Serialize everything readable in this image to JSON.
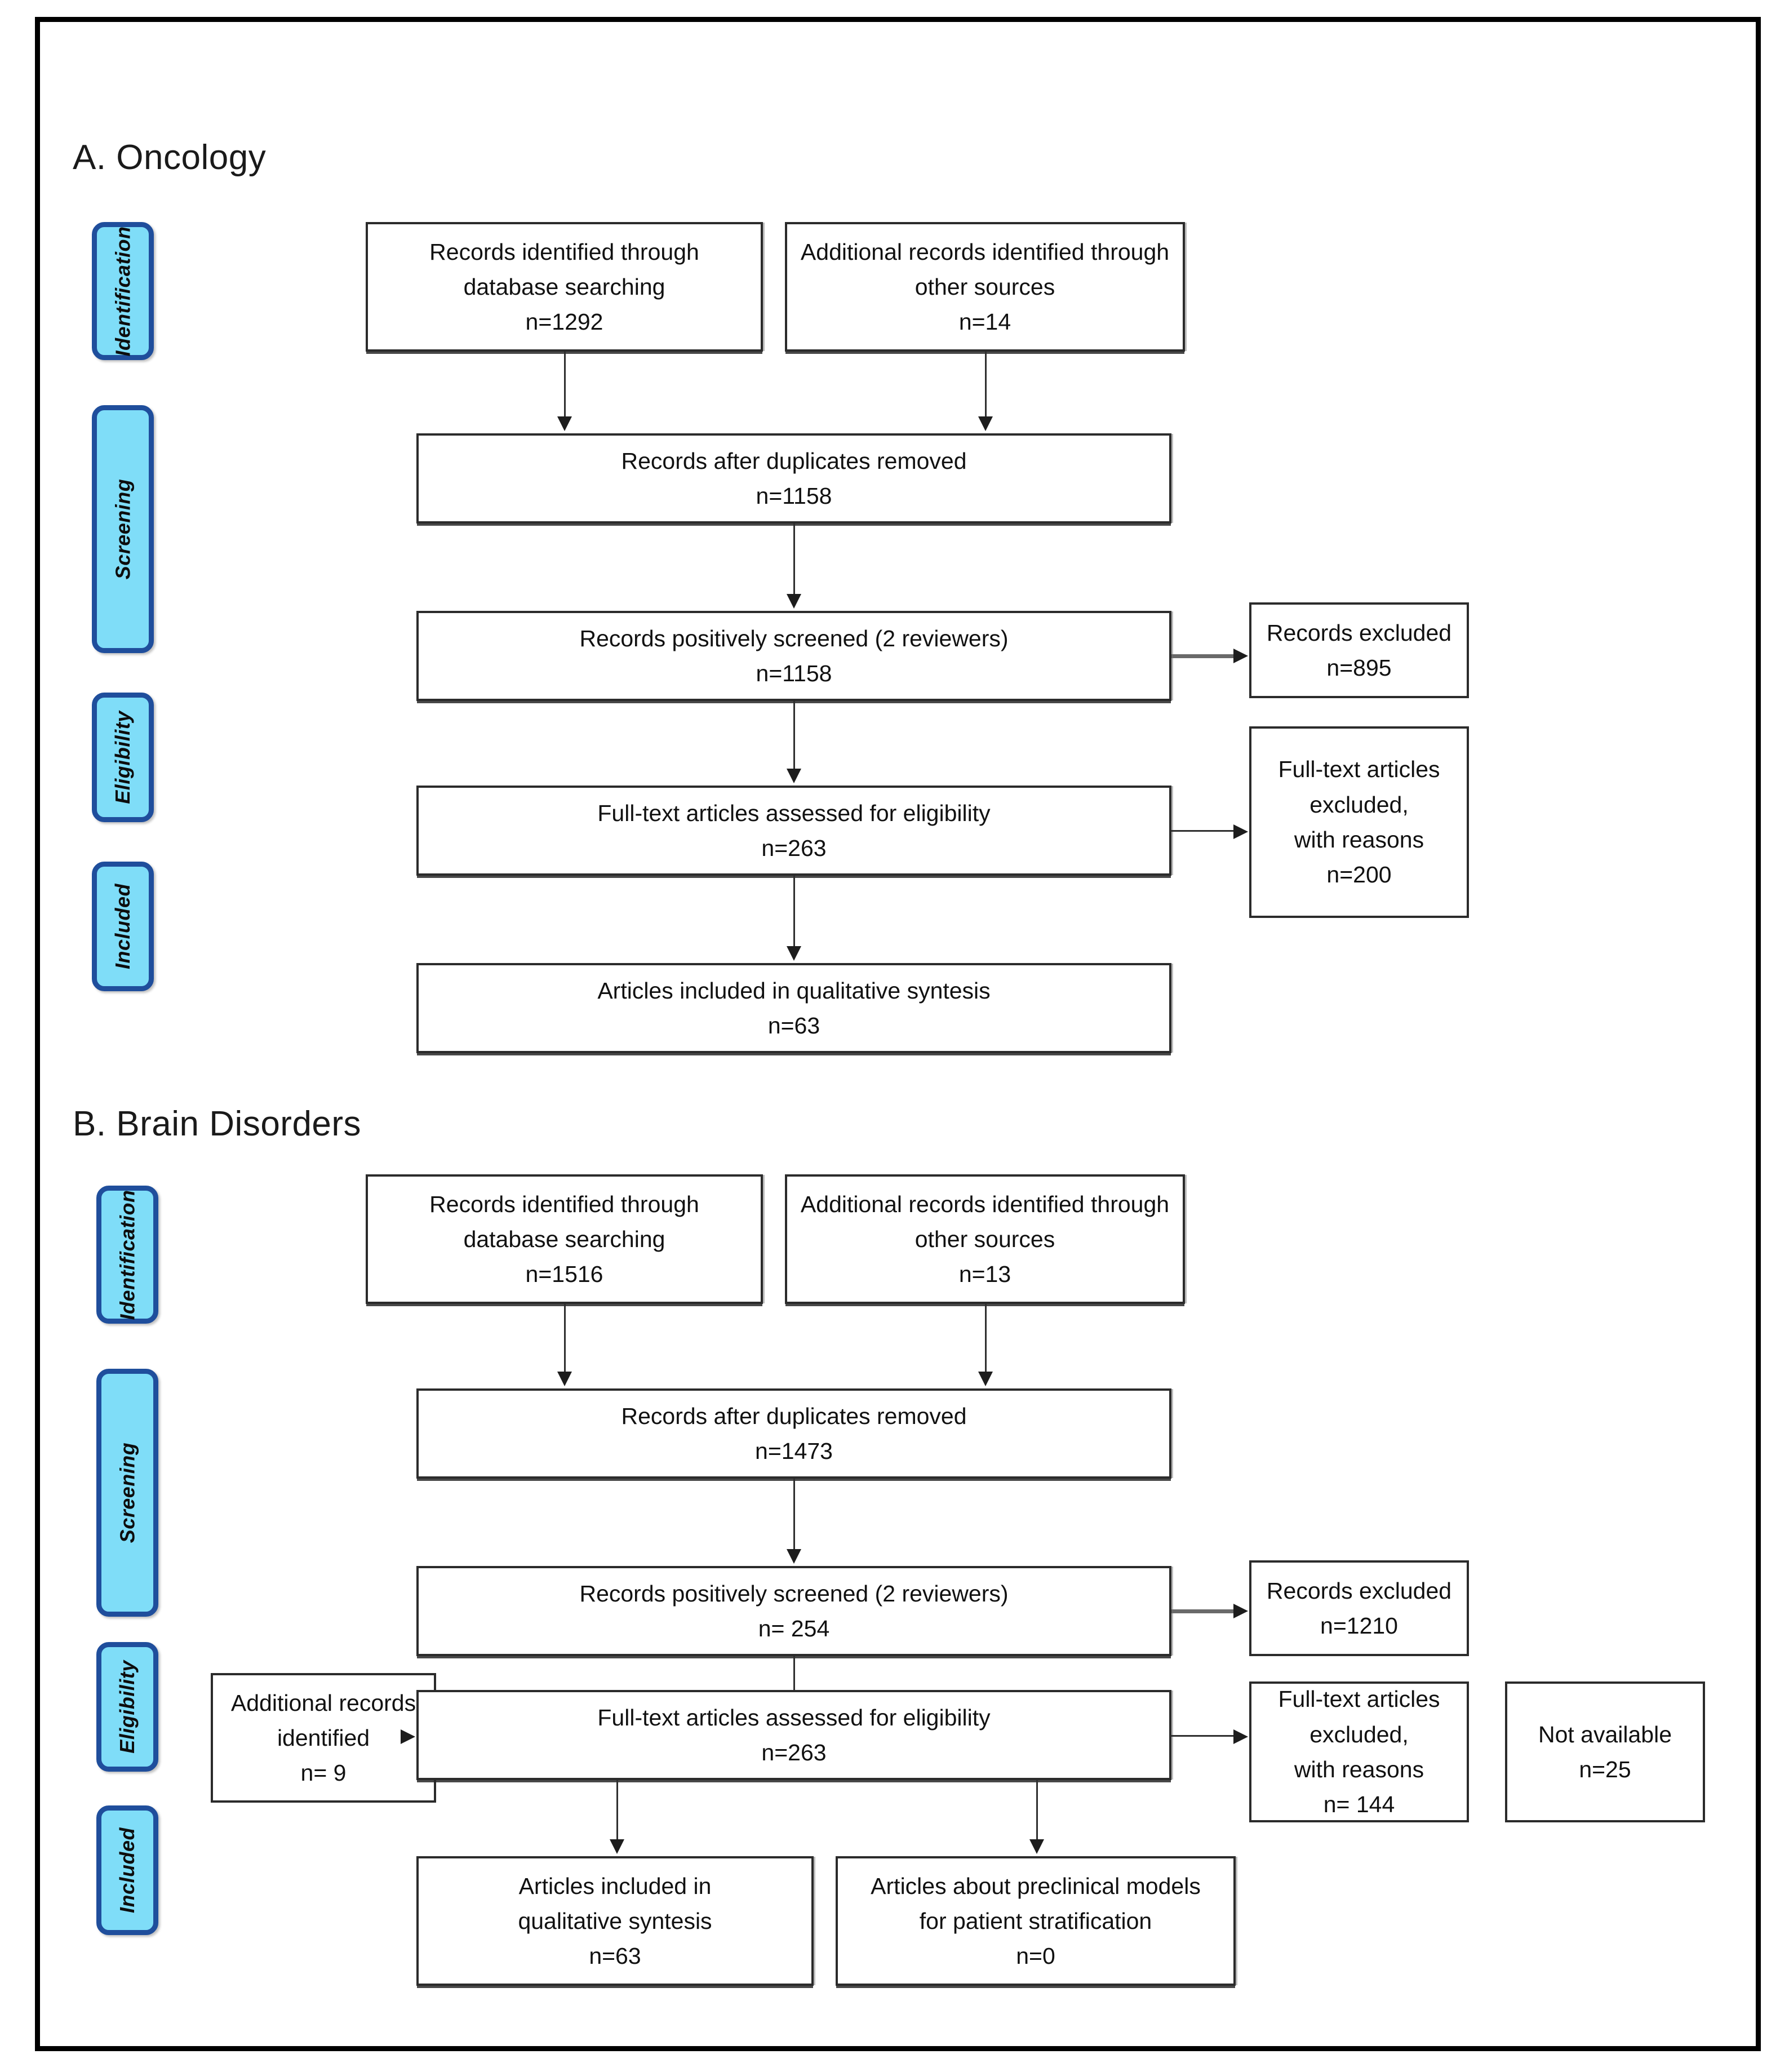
{
  "figure": {
    "type": "prisma-flow-diagram",
    "panels": [
      {
        "id": "oncology",
        "heading": "A. Oncology",
        "phases": [
          "Identification",
          "Screening",
          "Eligibility",
          "Included"
        ],
        "nodes": {
          "db_search": {
            "line1": "Records identified through",
            "line2": "database searching",
            "n": "n=1292"
          },
          "other_sources": {
            "line1": "Additional records identified through",
            "line2": "other sources",
            "n": "n=14"
          },
          "after_duplicates": {
            "line1": "Records after duplicates removed",
            "n": "n=1158"
          },
          "screened": {
            "line1": "Records positively screened (2 reviewers)",
            "n": "n=1158"
          },
          "records_excluded": {
            "line1": "Records excluded",
            "n": "n=895"
          },
          "fulltext_assessed": {
            "line1": "Full-text articles assessed for eligibility",
            "n": "n=263"
          },
          "fulltext_excluded": {
            "line1": "Full-text articles",
            "line2": "excluded,",
            "line3": "with reasons",
            "n": "n=200"
          },
          "included_qual": {
            "line1": "Articles included in qualitative syntesis",
            "n": "n=63"
          }
        }
      },
      {
        "id": "brain-disorders",
        "heading": "B. Brain Disorders",
        "phases": [
          "Identification",
          "Screening",
          "Eligibility",
          "Included"
        ],
        "nodes": {
          "db_search": {
            "line1": "Records identified through",
            "line2": "database searching",
            "n": "n=1516"
          },
          "other_sources": {
            "line1": "Additional records identified through",
            "line2": "other sources",
            "n": "n=13"
          },
          "after_duplicates": {
            "line1": "Records after duplicates removed",
            "n": "n=1473"
          },
          "screened": {
            "line1": "Records positively screened (2 reviewers)",
            "n": "n= 254"
          },
          "records_excluded": {
            "line1": "Records excluded",
            "n": "n=1210"
          },
          "additional_identified": {
            "line1": "Additional records",
            "line2": "identified",
            "n": "n= 9"
          },
          "fulltext_assessed": {
            "line1": "Full-text articles assessed for eligibility",
            "n": "n=263"
          },
          "fulltext_excluded": {
            "line1": "Full-text articles",
            "line2": "excluded,",
            "line3": "with reasons",
            "n": "n= 144"
          },
          "not_available": {
            "line1": "Not available",
            "n": "n=25"
          },
          "included_qual": {
            "line1": "Articles included in",
            "line2": "qualitative syntesis",
            "n": "n=63"
          },
          "preclinical": {
            "line1": "Articles about preclinical models",
            "line2": "for patient stratification",
            "n": "n=0"
          }
        }
      }
    ],
    "colors": {
      "phase_tab_fill": "#7FDDF8",
      "phase_tab_border": "#1F4E9C",
      "node_border": "#2b2b2b",
      "connector": "#2f2f2f",
      "frame": "#000000",
      "text": "#111111"
    }
  }
}
